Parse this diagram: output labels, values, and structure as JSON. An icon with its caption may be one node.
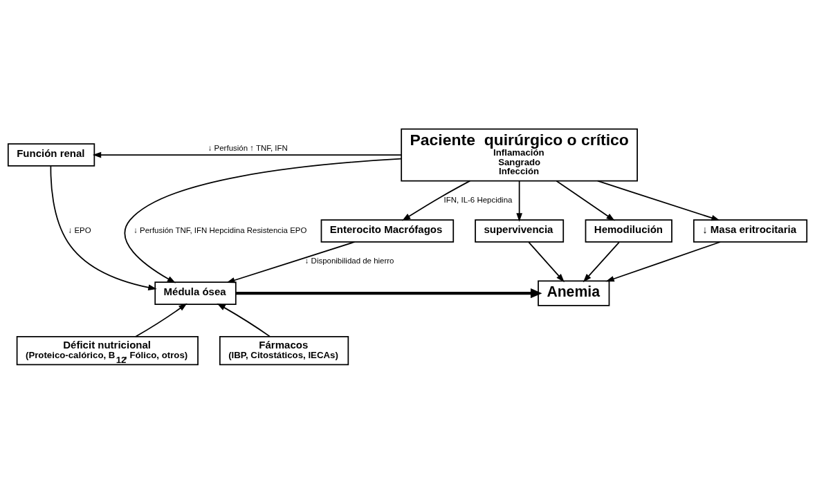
{
  "diagram": {
    "nodes": [
      {
        "text": [
          "Paciente  quirúrgico o crítico",
          "Inflamación",
          "Sangrado",
          "Infección"
        ]
      },
      {
        "text": [
          "Función renal"
        ]
      },
      {
        "text": [
          "Enterocito Macrófagos"
        ]
      },
      {
        "text": [
          "supervivencia"
        ]
      },
      {
        "text": [
          "Hemodilución"
        ]
      },
      {
        "text": [
          "↓ Masa eritrocitaria"
        ]
      },
      {
        "text": [
          "Médula ósea"
        ]
      },
      {
        "text": [
          "Anemia"
        ]
      },
      {
        "text": [
          "Déficit nutricional",
          "(Proteico-calórico, B$_{12}$, Fólico, otros)"
        ]
      },
      {
        "text": [
          "Fármacos",
          "(IBP, Citostáticos, IECAs)"
        ]
      }
    ],
    "edges": [
      {
        "from": 0,
        "to": 1,
        "arrow": "to",
        "label": "↓ Perfusión ↑ TNF, IFN"
      },
      {
        "from": 0,
        "to": 2,
        "arrow": "to",
        "label": "IFN, IL-6 Hepcidina"
      },
      {
        "from": 0,
        "to": 6,
        "arrow": "to",
        "label": "↓ Perfusión TNF, IFN Hepcidina Resistencia EPO"
      },
      {
        "from": 0,
        "to": 5,
        "arrow": "to"
      },
      {
        "from": 0,
        "to": 4,
        "arrow": "to"
      },
      {
        "from": 0,
        "to": 3,
        "arrow": "to"
      },
      {
        "from": 3,
        "to": 7,
        "arrow": "to"
      },
      {
        "from": 4,
        "to": 7,
        "arrow": "to"
      },
      {
        "from": 5,
        "to": 7,
        "arrow": "to"
      },
      {
        "from": 2,
        "to": 6,
        "arrow": "to",
        "label": "↓ Disponibilidad de hierro"
      },
      {
        "from": 1,
        "to": 6,
        "arrow": "to",
        "label": "↓ EPO"
      },
      {
        "from": 6,
        "to": 7,
        "arrow": "to",
        "style": "thick"
      },
      {
        "from": 8,
        "to": 6,
        "arrow": "to"
      },
      {
        "from": 9,
        "to": 6,
        "arrow": "to"
      }
    ]
  }
}
